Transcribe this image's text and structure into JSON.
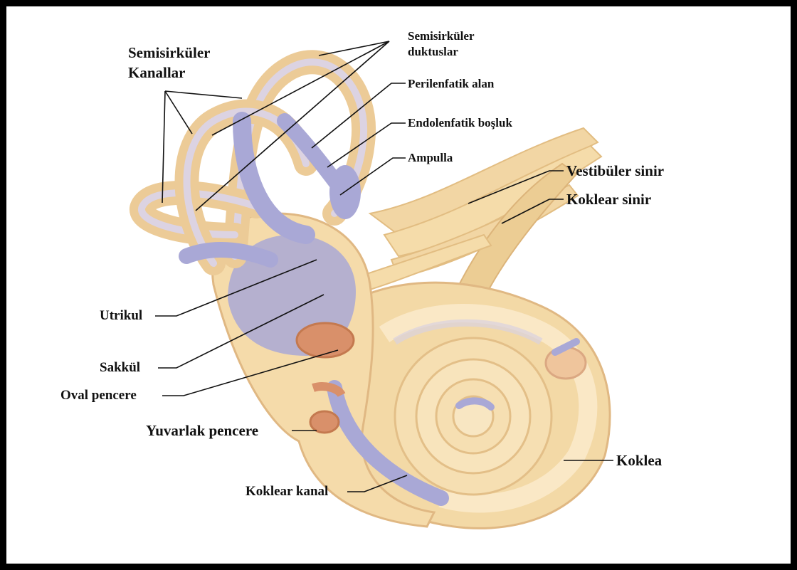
{
  "labels": {
    "semisirkuler_kanallar_1": "Semisirküler",
    "semisirkuler_kanallar_2": "Kanallar",
    "semisirkuler_duktuslar_1": "Semisirküler",
    "semisirkuler_duktuslar_2": "duktuslar",
    "perilenfatik_alan": "Perilenfatik alan",
    "endolenfatik_bosluk": "Endolenfatik boşluk",
    "ampulla": "Ampulla",
    "vestibuler_sinir": "Vestibüler sinir",
    "koklear_sinir": "Koklear sinir",
    "utrikul": "Utrikul",
    "sakkul": "Sakkül",
    "oval_pencere": "Oval pencere",
    "yuvarlak_pencere": "Yuvarlak pencere",
    "koklear_kanal": "Koklear kanal",
    "koklea": "Koklea"
  },
  "colors": {
    "bone": "#f5dbaa",
    "membranous_labyrinth": "#a9a8d6",
    "window": "#d9906a",
    "frame": "#000000"
  }
}
